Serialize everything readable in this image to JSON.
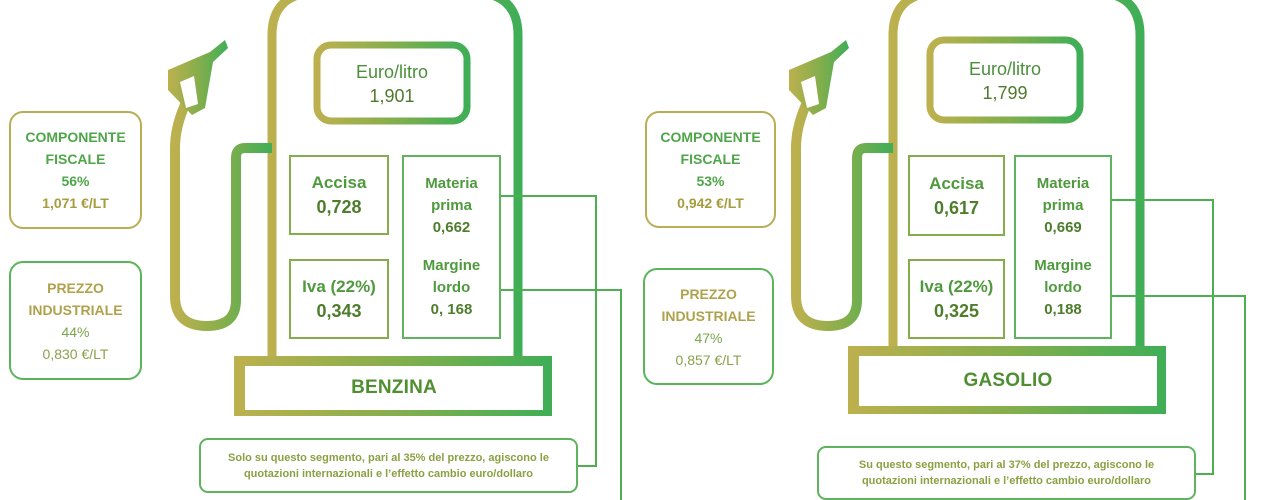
{
  "colors": {
    "olive": "#b5ad55",
    "green": "#4caf50",
    "dark_green": "#4a8f3a",
    "text_olive": "#a59d3d"
  },
  "icons": {
    "pump": "fuel-pump-icon",
    "nozzle": "fuel-nozzle-icon"
  },
  "pumps": [
    {
      "screen_label": "Euro/litro",
      "screen_value": "1,901",
      "accisa_label": "Accisa",
      "accisa_value": "0,728",
      "iva_label": "Iva (22%)",
      "iva_value": "0,343",
      "materia_label_1": "Materia",
      "materia_label_2": "prima",
      "materia_value": "0,662",
      "margine_label_1": "Margine",
      "margine_label_2": "lordo",
      "margine_value": "0, 168",
      "fuel": "BENZINA",
      "fiscal": {
        "line1": "COMPONENTE",
        "line2": "FISCALE",
        "pct": "56%",
        "amount": "1,071 €/LT"
      },
      "industrial": {
        "line1": "PREZZO",
        "line2": "INDUSTRIALE",
        "pct": "44%",
        "amount": "0,830 €/LT"
      },
      "note_line1": "Solo su questo segmento, pari al 35% del prezzo, agiscono le",
      "note_line2": "quotazioni internazionali e l’effetto cambio euro/dollaro"
    },
    {
      "screen_label": "Euro/litro",
      "screen_value": "1,799",
      "accisa_label": "Accisa",
      "accisa_value": "0,617",
      "iva_label": "Iva (22%)",
      "iva_value": "0,325",
      "materia_label_1": "Materia",
      "materia_label_2": "prima",
      "materia_value": "0,669",
      "margine_label_1": "Margine",
      "margine_label_2": "lordo",
      "margine_value": "0,188",
      "fuel": "GASOLIO",
      "fiscal": {
        "line1": "COMPONENTE",
        "line2": "FISCALE",
        "pct": "53%",
        "amount": "0,942 €/LT"
      },
      "industrial": {
        "line1": "PREZZO",
        "line2": "INDUSTRIALE",
        "pct": "47%",
        "amount": "0,857 €/LT"
      },
      "note_line1": "Su questo segmento, pari al 37% del prezzo, agiscono le",
      "note_line2": "quotazioni internazionali e l’effetto cambio euro/dollaro"
    }
  ]
}
